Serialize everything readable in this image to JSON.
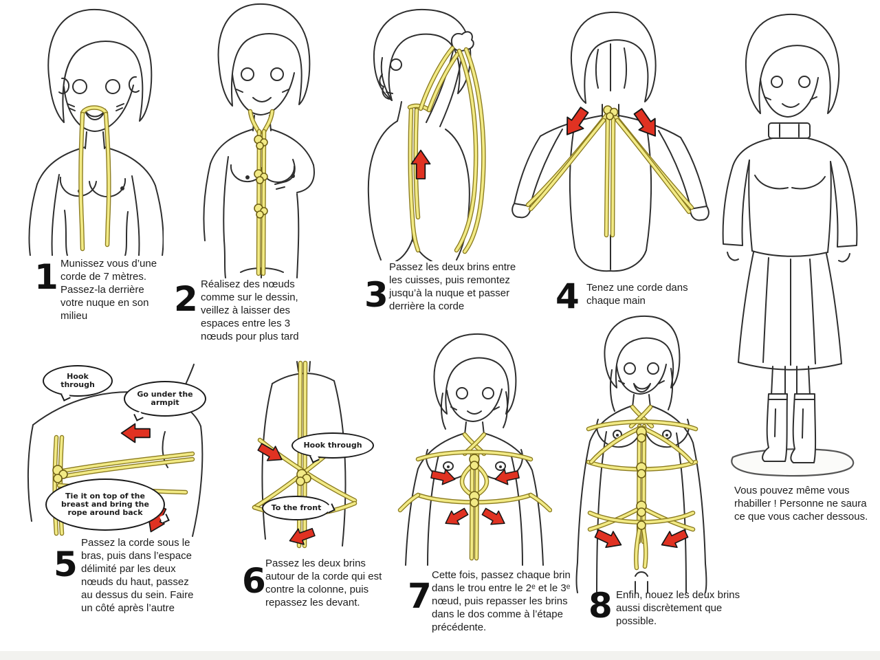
{
  "colors": {
    "rope_fill": "#f2ea85",
    "rope_edge": "#8a7a1e",
    "arrow_red": "#e03222",
    "line_art": "#2e2e2e",
    "background": "#ffffff"
  },
  "steps": [
    {
      "number": "1",
      "text": "Munissez vous d’une corde de 7 mètres. Passez-la derrière votre nuque en son milieu"
    },
    {
      "number": "2",
      "text": "Réalisez des nœuds comme sur le dessin, veillez à laisser des espaces entre les 3 nœuds pour plus tard"
    },
    {
      "number": "3",
      "text": "Passez les deux brins entre les cuisses, puis remontez jusqu’à la nuque et passer derrière la corde"
    },
    {
      "number": "4",
      "text": "Tenez une corde dans chaque main"
    },
    {
      "number": "5",
      "text": "Passez la corde sous le bras, puis dans l’espace délimité par les deux nœuds du haut, passez au dessus du sein. Faire un côté après l’autre"
    },
    {
      "number": "6",
      "text": "Passez les deux brins autour de la corde qui est contre la colonne, puis repassez les devant."
    },
    {
      "number": "7",
      "text": "Cette fois, passez chaque brin dans le trou entre le 2ᵉ et le 3ᵉ nœud, puis repasser les brins dans le dos comme à l’étape précédente."
    },
    {
      "number": "8",
      "text": "Enfin, nouez les deux brins aussi discrètement que possible."
    }
  ],
  "final_note": "Vous pouvez même vous rhabiller ! Personne ne saura ce que vous cacher dessous.",
  "bubbles": {
    "hook_through_1": "Hook through",
    "go_under_armpit": "Go under the armpit",
    "tie_on_top": "Tie it on top of the breast and bring the rope around back",
    "hook_through_2": "Hook through",
    "to_the_front": "To the front"
  }
}
